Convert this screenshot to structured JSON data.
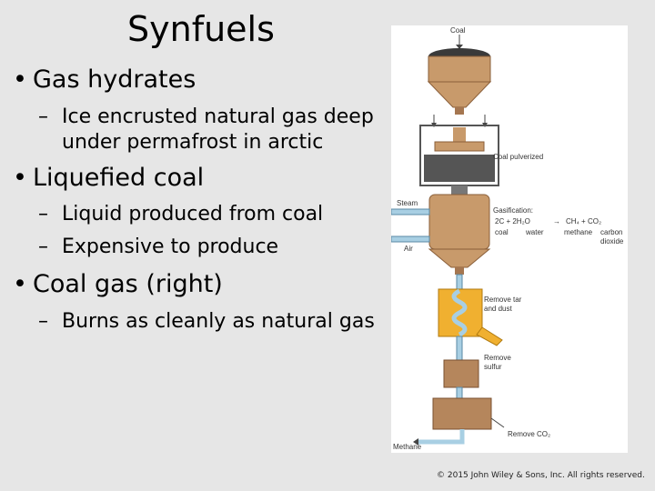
{
  "slide": {
    "title": "Synfuels",
    "bullets": [
      {
        "text": "Gas hydrates",
        "sub": [
          "Ice encrusted natural gas deep",
          "under permafrost in arctic"
        ]
      },
      {
        "text": "Liquefied coal",
        "sub": [
          "Liquid produced from coal",
          "Expensive to produce"
        ]
      },
      {
        "text": "Coal gas (right)",
        "sub": [
          "Burns as cleanly as natural gas"
        ]
      }
    ]
  },
  "diagram": {
    "labels": {
      "coal": "Coal",
      "coal_pulverized": "Coal pulverized",
      "steam": "Steam",
      "air": "Air",
      "gasification": "Gasification:",
      "eq_lhs": "2C  +  2H₂O",
      "eq_arrow": "→",
      "eq_rhs": "CH₄  +  CO₂",
      "coal_word": "coal",
      "water_word": "water",
      "methane_word": "methane",
      "carbon_word": "carbon",
      "dioxide_word": "dioxide",
      "remove_tar": "Remove tar",
      "and_dust": "and dust",
      "remove": "Remove",
      "sulfur": "sulfur",
      "remove_co2": "Remove CO₂",
      "methane": "Methane"
    }
  },
  "footer": {
    "credit": "© 2015 John Wiley & Sons, Inc. All rights reserved."
  },
  "colors": {
    "background": "#e6e6e6",
    "vessel": "#c89a6b",
    "pipe": "#a8cfe3",
    "tar_box": "#f0b030"
  }
}
